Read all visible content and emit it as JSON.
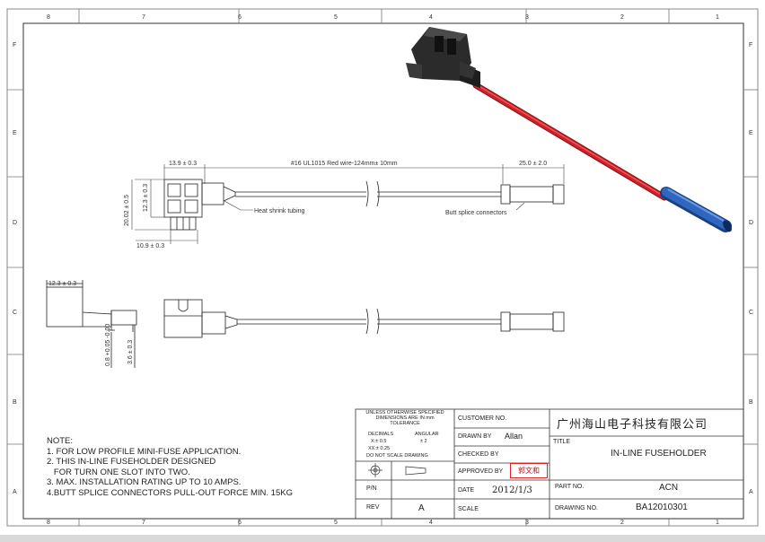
{
  "border": {
    "cols_top": [
      "8",
      "7",
      "6",
      "5",
      "4",
      "3",
      "2",
      "1"
    ],
    "rows": [
      "F",
      "E",
      "D",
      "C",
      "B",
      "A"
    ]
  },
  "dims": {
    "d1": "13.9 ± 0.3",
    "d2": "#16 UL1015 Red wire-124mm± 10mm",
    "d3": "25.0 ± 2.0",
    "d4": "20.02 ± 0.5",
    "d5": "12.3 ± 0.3",
    "d6": "10.9 ± 0.3",
    "d7": "12.3 ± 0.3",
    "d8": "0.8 +0.05 -0.00",
    "d9": "3.6 ± 0.3"
  },
  "callouts": {
    "heat": "Heat shrink tubing",
    "butt": "Butt splice connectors"
  },
  "notes": [
    "NOTE:",
    "1. FOR LOW PROFILE MINI-FUSE APPLICATION.",
    "2. THIS IN-LINE FUSEHOLDER DESIGNED",
    "   FOR TURN ONE SLOT INTO TWO.",
    "3. MAX. INSTALLATION RATING UP TO 10 AMPS.",
    "4.BUTT SPLICE CONNECTORS PULL-OUT FORCE MIN. 15KG"
  ],
  "tolerance": {
    "line1": "UNLESS OTHERWISE SPECIFIED",
    "line2": "DIMENSIONS ARE IN mm",
    "line3": "TOLERANCE",
    "decimals": "DECIMALS",
    "angular": "ANGULAR",
    "x": "X:± 0.5",
    "xx": "XX:± 0.25",
    "ang": "± 2",
    "noscale": "DO NOT SCALE DRAWING"
  },
  "titleblock": {
    "customer_label": "CUSTOMER NO.",
    "company": "广州海山电子科技有限公司",
    "drawn_label": "DRAWN BY",
    "drawn": "Allan",
    "title_label": "TITLE",
    "title": "IN-LINE FUSEHOLDER",
    "checked_label": "CHECKED BY",
    "approved_label": "APPROVED BY",
    "approver_stamp": "郭文和",
    "pn_label": "P/N",
    "date_label": "DATE",
    "date": "2012/1/3",
    "part_label": "PART NO.",
    "part": "ACN",
    "rev_label": "REV",
    "rev": "A",
    "scale_label": "SCALE",
    "drawing_label": "DRAWING NO.",
    "drawing": "BA12010301"
  },
  "colors": {
    "wire": "#d0202a",
    "sleeve": "#2a5fb0",
    "housing": "#2b2b2b",
    "stamp": "#d22222"
  }
}
